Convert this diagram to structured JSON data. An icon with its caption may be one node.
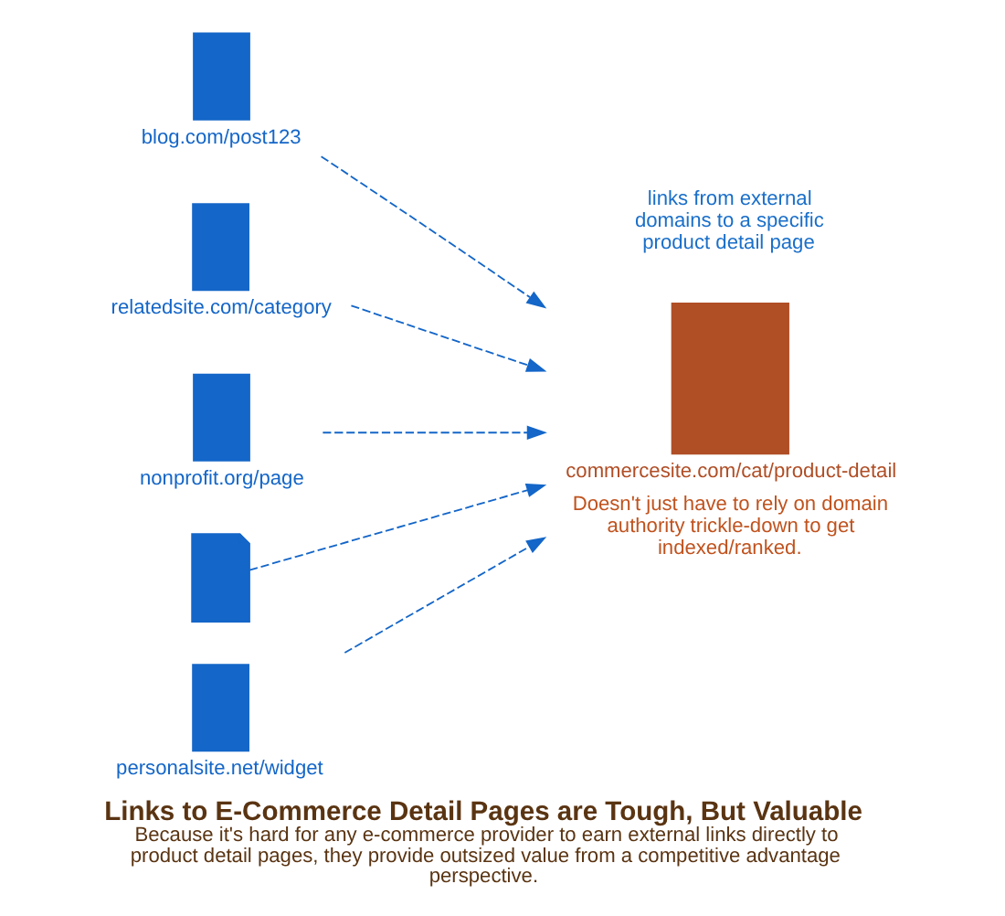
{
  "diagram": {
    "title": "Links to E-Commerce Detail Pages are Tough, But Valuable",
    "caption": "Because it's hard for any e-commerce provider to earn external links directly to product detail pages, they provide outsized value from a competitive advantage perspective.",
    "nodes": [
      {
        "text": [
          "blog.com/post123"
        ]
      },
      {
        "text": [
          "relatedsite.com/category"
        ]
      },
      {
        "text": [
          "nonprofit.org/page"
        ]
      },
      {
        "text": [],
        "shape": "document"
      },
      {
        "text": [
          "personalsite.net/widget"
        ]
      },
      {
        "text": [
          "commercesite.com/cat/product-detail"
        ],
        "beside": [
          "Doesn't just have to rely on domain authority trickle-down to get indexed/ranked."
        ]
      }
    ],
    "edges": [
      {
        "from": 0,
        "to": 5,
        "arrow": "to",
        "style": "dashed"
      },
      {
        "from": 1,
        "to": 5,
        "arrow": "to",
        "style": "dashed"
      },
      {
        "from": 2,
        "to": 5,
        "arrow": "to",
        "style": "dashed"
      },
      {
        "from": 3,
        "to": 5,
        "arrow": "to",
        "style": "dashed"
      },
      {
        "from": 4,
        "to": 5,
        "arrow": "to",
        "style": "dashed"
      }
    ],
    "labels": [
      "links from external domains to a specific product detail page"
    ]
  }
}
